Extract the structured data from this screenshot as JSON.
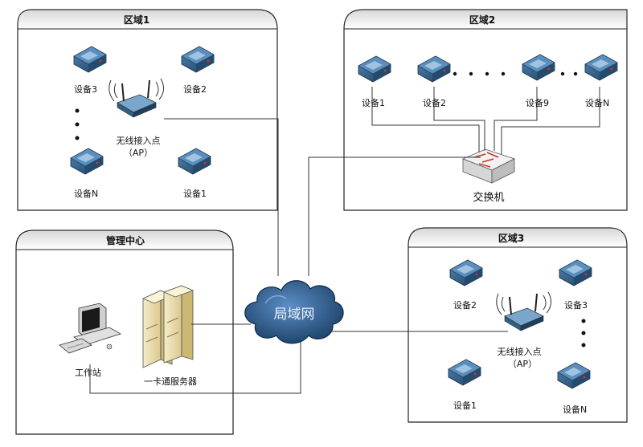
{
  "zones": {
    "zone1": {
      "title": "区域1",
      "devices": [
        "设备3",
        "设备2",
        "设备N",
        "设备1"
      ],
      "ap_label": "无线接入点",
      "ap_sub": "（AP）"
    },
    "zone2": {
      "title": "区域2",
      "devices": [
        "设备1",
        "设备2",
        "设备9",
        "设备N"
      ],
      "switch_label": "交换机"
    },
    "zone3": {
      "title": "区域3",
      "devices": [
        "设备2",
        "设备3",
        "设备1",
        "设备N"
      ],
      "ap_label": "无线接入点",
      "ap_sub": "（AP）"
    },
    "management": {
      "title": "管理中心",
      "workstation_label": "工作站",
      "server_label": "一卡通服务器"
    }
  },
  "network": {
    "label": "局域网"
  },
  "colors": {
    "device_body": "#2f5f85",
    "cloud": "#1f4e79",
    "server": "#f1e4b8"
  }
}
